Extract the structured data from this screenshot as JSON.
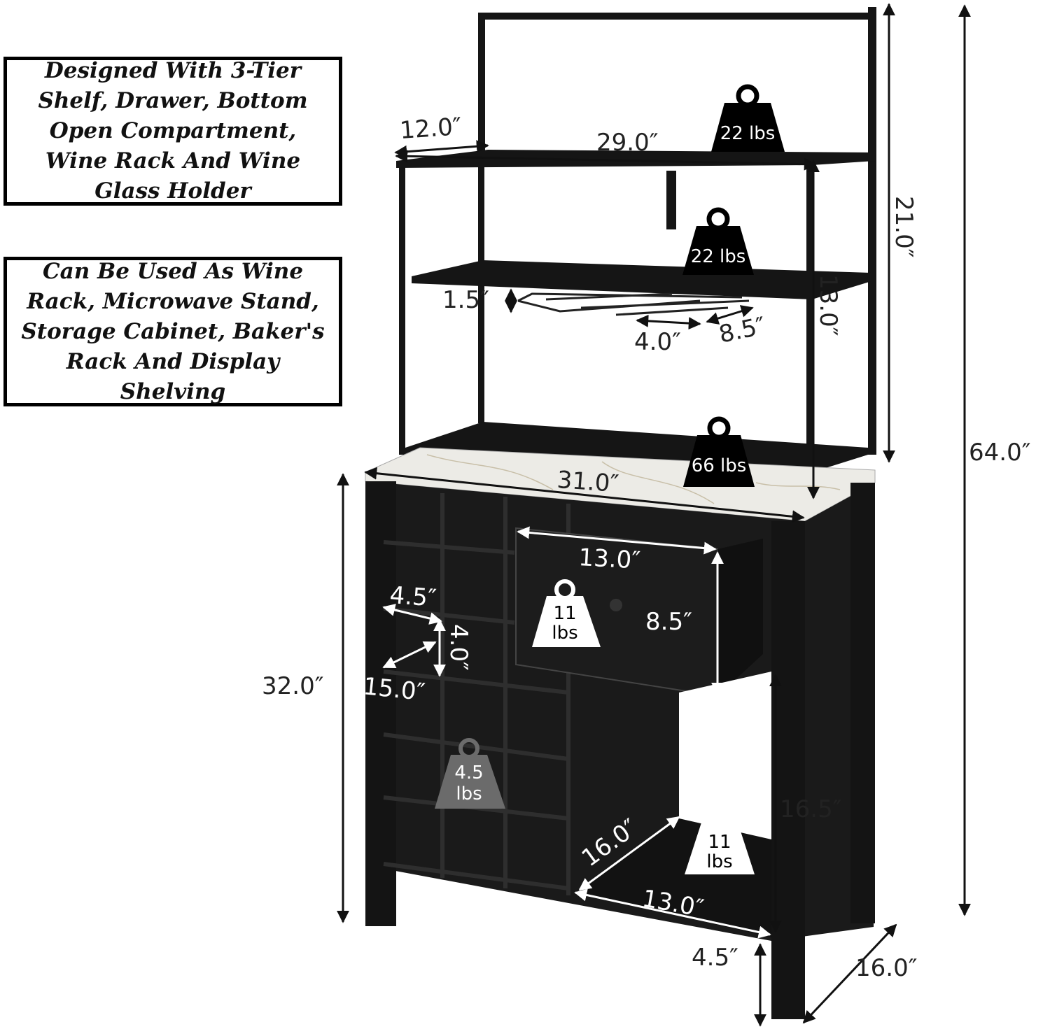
{
  "callouts": [
    {
      "id": "callout-1",
      "text": "Designed With 3-Tier Shelf, Drawer, Bottom Open Compartment, Wine Rack And Wine Glass Holder"
    },
    {
      "id": "callout-2",
      "text": "Can Be Used As Wine Rack, Microwave Stand, Storage Cabinet, Baker's Rack And Display Shelving"
    }
  ],
  "dimensions": {
    "top_shelf_depth": "12.0″",
    "top_shelf_width": "29.0″",
    "upper_height": "21.0″",
    "shelf_spacing": "13.0″",
    "total_height": "64.0″",
    "glass_holder_height": "1.5″",
    "glass_slot_width": "4.0″",
    "glass_slot_length": "8.5″",
    "countertop_width": "31.0″",
    "cabinet_height": "32.0″",
    "drawer_width": "13.0″",
    "drawer_height": "8.5″",
    "wine_cell_width": "4.5″",
    "wine_cell_height": "4.0″",
    "wine_cell_depth": "15.0″",
    "open_compartment_height": "16.5″",
    "bottom_shelf_depth": "16.0″",
    "bottom_shelf_width": "13.0″",
    "leg_height": "4.5″",
    "cabinet_depth": "16.0″"
  },
  "weights": {
    "top_shelf": "22 lbs",
    "middle_shelf": "22 lbs",
    "countertop": "66 lbs",
    "drawer_line1": "11",
    "drawer_line2": "lbs",
    "wine_cell_line1": "4.5",
    "wine_cell_line2": "lbs",
    "bottom_shelf_line1": "11",
    "bottom_shelf_line2": "lbs"
  },
  "colors": {
    "frame": "#151515",
    "wood": "#1a1a1a",
    "marble": "#ecebe6",
    "weight_dark": "#000000",
    "weight_light": "#6b6b6b"
  }
}
